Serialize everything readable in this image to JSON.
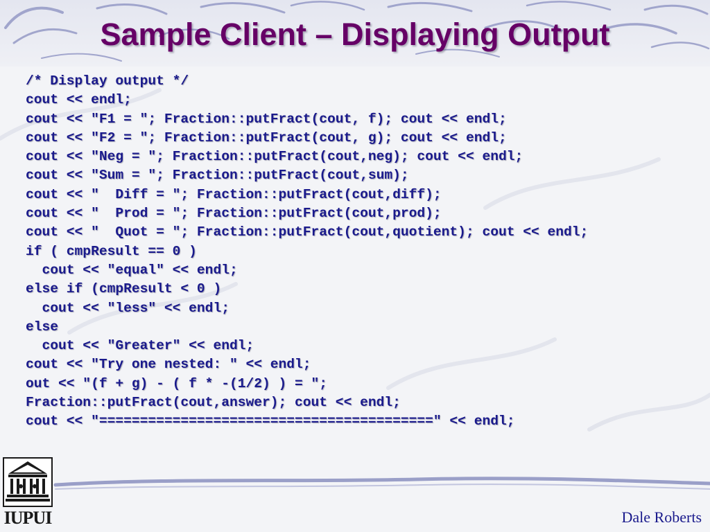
{
  "slide": {
    "title": "Sample Client – Displaying Output",
    "code_lines": [
      "/* Display output */",
      "cout << endl;",
      "cout << \"F1 = \"; Fraction::putFract(cout, f); cout << endl;",
      "cout << \"F2 = \"; Fraction::putFract(cout, g); cout << endl;",
      "cout << \"Neg = \"; Fraction::putFract(cout,neg); cout << endl;",
      "cout << \"Sum = \"; Fraction::putFract(cout,sum);",
      "cout << \"  Diff = \"; Fraction::putFract(cout,diff);",
      "cout << \"  Prod = \"; Fraction::putFract(cout,prod);",
      "cout << \"  Quot = \"; Fraction::putFract(cout,quotient); cout << endl;",
      "if ( cmpResult == 0 )",
      "  cout << \"equal\" << endl;",
      "else if (cmpResult < 0 )",
      "  cout << \"less\" << endl;",
      "else",
      "  cout << \"Greater\" << endl;",
      "cout << \"Try one nested: \" << endl;",
      "out << \"(f + g) - ( f * -(1/2) ) = \";",
      "Fraction::putFract(cout,answer); cout << endl;",
      "cout << \"=========================================\" << endl;"
    ],
    "author": "Dale Roberts"
  },
  "logo": {
    "text": "IUPUI",
    "icon": "university-building-icon"
  },
  "colors": {
    "title": "#660066",
    "code": "#1a1a8c",
    "background": "#f3f4f7",
    "decoration": "#8a8fc0"
  }
}
